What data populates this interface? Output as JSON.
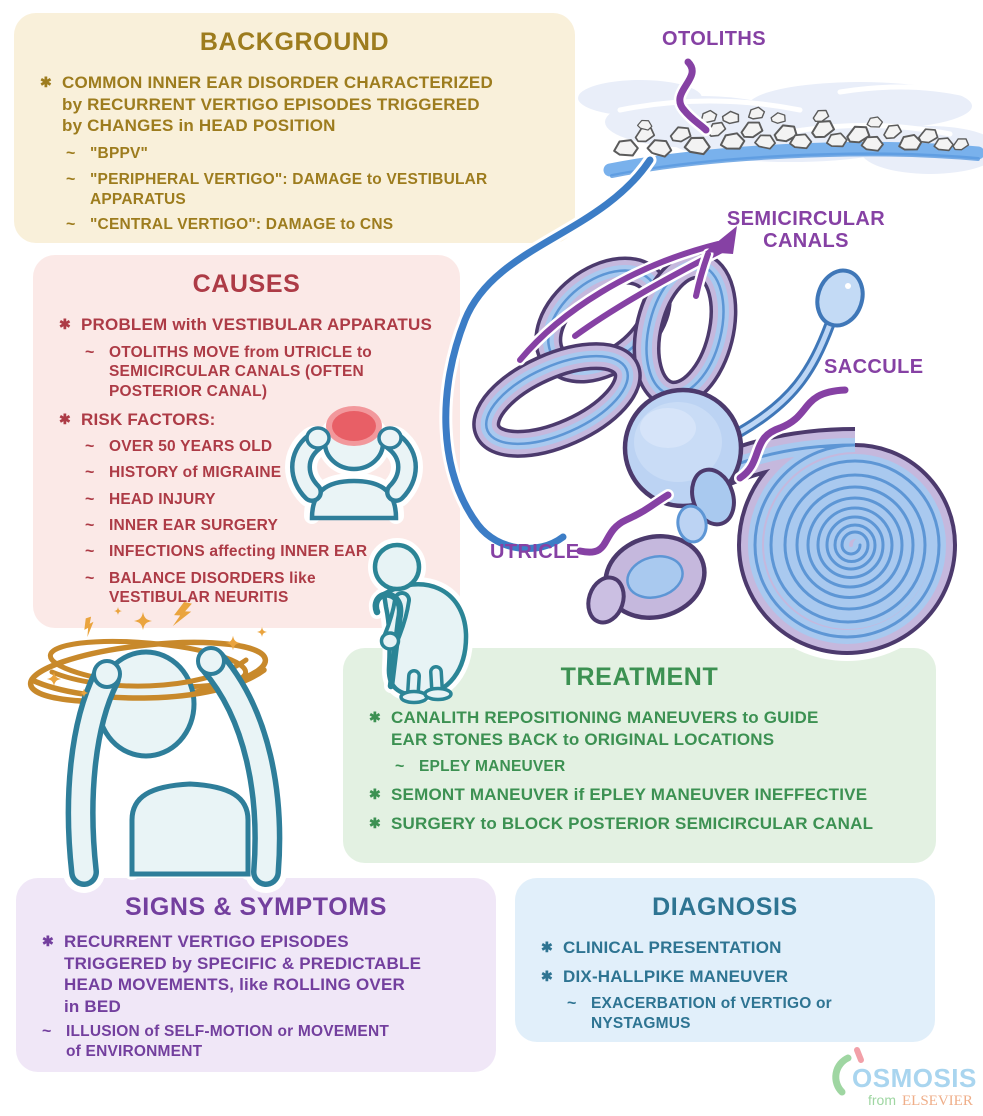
{
  "panels": {
    "background": {
      "title": "BACKGROUND",
      "items": [
        {
          "bullet": "✱",
          "indent": 0,
          "text": "COMMON INNER EAR DISORDER CHARACTERIZED\nby RECURRENT VERTIGO EPISODES TRIGGERED\nby CHANGES in HEAD POSITION"
        },
        {
          "bullet": "~",
          "indent": 1,
          "text": "\"BPPV\""
        },
        {
          "bullet": "~",
          "indent": 1,
          "text": "\"PERIPHERAL VERTIGO\": DAMAGE to VESTIBULAR APPARATUS"
        },
        {
          "bullet": "~",
          "indent": 1,
          "text": "\"CENTRAL VERTIGO\": DAMAGE to CNS"
        }
      ]
    },
    "causes": {
      "title": "CAUSES",
      "items": [
        {
          "bullet": "✱",
          "indent": 0,
          "text": "PROBLEM with VESTIBULAR APPARATUS"
        },
        {
          "bullet": "~",
          "indent": 1,
          "text": "OTOLITHS MOVE from UTRICLE to\nSEMICIRCULAR CANALS (OFTEN\nPOSTERIOR CANAL)"
        },
        {
          "bullet": "✱",
          "indent": 0,
          "text": "RISK FACTORS:"
        },
        {
          "bullet": "~",
          "indent": 1,
          "text": "OVER 50 YEARS OLD"
        },
        {
          "bullet": "~",
          "indent": 1,
          "text": "HISTORY of MIGRAINE"
        },
        {
          "bullet": "~",
          "indent": 1,
          "text": "HEAD INJURY"
        },
        {
          "bullet": "~",
          "indent": 1,
          "text": "INNER EAR SURGERY"
        },
        {
          "bullet": "~",
          "indent": 1,
          "text": "INFECTIONS affecting INNER EAR"
        },
        {
          "bullet": "~",
          "indent": 1,
          "text": "BALANCE DISORDERS like\nVESTIBULAR NEURITIS"
        }
      ]
    },
    "treatment": {
      "title": "TREATMENT",
      "items": [
        {
          "bullet": "✱",
          "indent": 0,
          "text": "CANALITH REPOSITIONING MANEUVERS to GUIDE\nEAR STONES BACK to ORIGINAL LOCATIONS"
        },
        {
          "bullet": "~",
          "indent": 1,
          "text": "EPLEY MANEUVER"
        },
        {
          "bullet": "✱",
          "indent": 0,
          "text": "SEMONT MANEUVER if EPLEY MANEUVER INEFFECTIVE"
        },
        {
          "bullet": "✱",
          "indent": 0,
          "text": "SURGERY to BLOCK POSTERIOR SEMICIRCULAR CANAL"
        }
      ]
    },
    "signs_symptoms": {
      "title": "SIGNS & SYMPTOMS",
      "items": [
        {
          "bullet": "✱",
          "indent": 0,
          "text": "RECURRENT VERTIGO EPISODES\nTRIGGERED by SPECIFIC & PREDICTABLE\nHEAD MOVEMENTS, like ROLLING OVER\nin BED"
        },
        {
          "bullet": "~",
          "indent": 1,
          "text": "ILLUSION of SELF-MOTION or MOVEMENT\nof ENVIRONMENT"
        }
      ]
    },
    "diagnosis": {
      "title": "DIAGNOSIS",
      "items": [
        {
          "bullet": "✱",
          "indent": 0,
          "text": "CLINICAL PRESENTATION"
        },
        {
          "bullet": "✱",
          "indent": 0,
          "text": "DIX-HALLPIKE MANEUVER"
        },
        {
          "bullet": "~",
          "indent": 1,
          "text": "EXACERBATION of VERTIGO or NYSTAGMUS"
        }
      ]
    }
  },
  "anatomy_labels": {
    "otoliths": "OTOLITHS",
    "semicircular_canals_line1": "SEMICIRCULAR",
    "semicircular_canals_line2": "CANALS",
    "saccule": "SACCULE",
    "utricle": "UTRICLE"
  },
  "logo": {
    "brand": "OSMOSIS",
    "from": "from",
    "publisher": "ELSEVIER"
  },
  "colors": {
    "background_panel": "#f9f0da",
    "background_text": "#9d7c1e",
    "causes_panel": "#fbe9e7",
    "causes_text": "#ad3b46",
    "treatment_panel": "#e3f1e2",
    "treatment_text": "#3c9152",
    "signs_panel": "#f0e7f7",
    "signs_text": "#733f9e",
    "diagnosis_panel": "#e1effa",
    "diagnosis_text": "#2e7492",
    "label_purple": "#8641a4",
    "callout_blue": "#3c7dc6",
    "ear_outline": "#4c3a6d",
    "ear_lavender": "#c5b8dd",
    "ear_blue": "#a9c9ef",
    "membrane_blue": "#79b1ec",
    "swirl_orange": "#c8892b",
    "figure_teal": "#2e7e9a",
    "pain_red": "#e85f66",
    "logo_blue": "#a9d5ef",
    "logo_green": "#9fd6a2",
    "logo_orange": "#efae89"
  }
}
